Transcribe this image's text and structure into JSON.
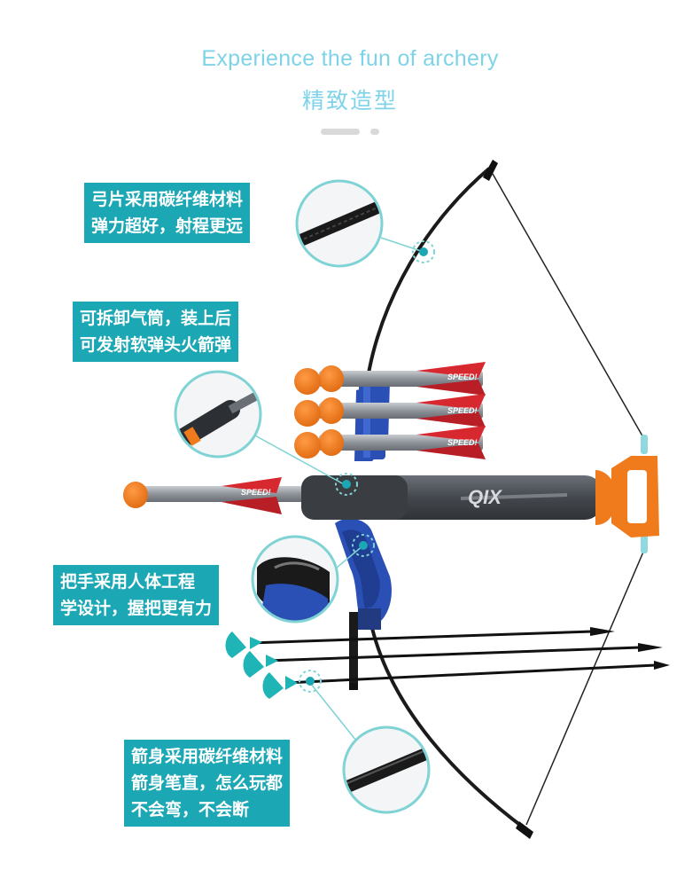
{
  "header": {
    "title_en": "Experience the fun of archery",
    "title_cn": "精致造型"
  },
  "callouts": [
    {
      "lines": [
        "弓片采用碳纤维材料",
        "弹力超好，射程更远"
      ]
    },
    {
      "lines": [
        "可拆卸气筒，装上后",
        "可发射软弹头火箭弹"
      ]
    },
    {
      "lines": [
        "把手采用人体工程",
        "学设计，握把更有力"
      ]
    },
    {
      "lines": [
        "箭身采用碳纤维材料",
        "箭身笔直，怎么玩都",
        "不会弯，不会断"
      ]
    }
  ],
  "product": {
    "logo_text": "QIX",
    "rocket_text": "SPEED!"
  },
  "colors": {
    "accent": "#1ba7b4",
    "title": "#7fd3e8",
    "foam_tip": "#f07b1c",
    "handle_blue": "#2a4fb5",
    "pump_gray": "#4e5258"
  }
}
